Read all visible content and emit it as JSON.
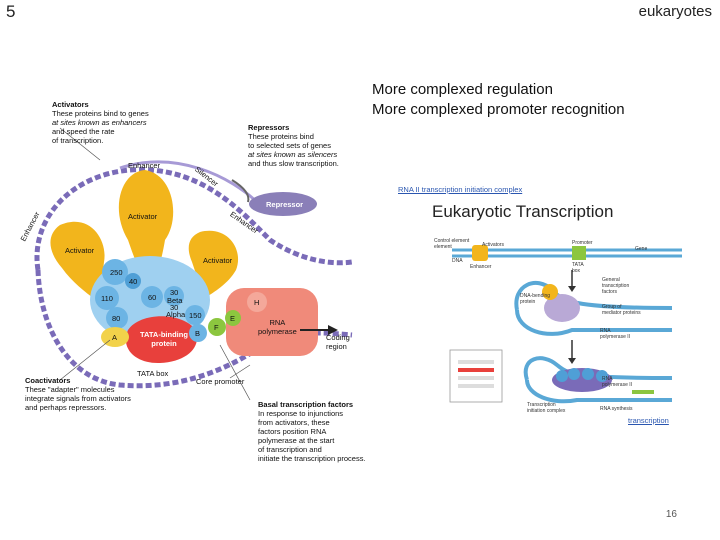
{
  "slide": {
    "number": "5",
    "topic": "eukaryotes",
    "headline": [
      "More complexed regulation",
      "More complexed promoter recognition"
    ],
    "page": "16"
  },
  "diagram": {
    "activators_title": "Activators",
    "activators_text": [
      "These proteins bind to genes",
      "at sites known as enhancers",
      "and speed the rate",
      "of transcription."
    ],
    "repressors_title": "Repressors",
    "repressors_text": [
      "These proteins bind",
      "to selected sets of genes",
      "at sites known as silencers",
      "and thus slow transcription."
    ],
    "coactivators_title": "Coactivators",
    "coactivators_text": [
      "These \"adapter\" molecules",
      "integrate signals from activators",
      "and perhaps repressors."
    ],
    "basal_title": "Basal transcription factors",
    "basal_text": [
      "In response to injunctions",
      "from activators, these",
      "factors position RNA",
      "polymerase at the start",
      "of transcription and",
      "initiate the transcription process."
    ],
    "labels": {
      "enhancer_top": "Enhancer",
      "enhancer_left": "Enhancer",
      "enhancer_right": "Enhancer",
      "silencer": "Silencer",
      "repressor": "Repressor",
      "activator_1": "Activator",
      "activator_2": "Activator",
      "activator_3": "Activator",
      "f250": "250",
      "f40": "40",
      "f110": "110",
      "f60": "60",
      "f30a": "30",
      "beta": "Beta",
      "f30b": "30",
      "alpha": "Alpha",
      "f80": "80",
      "f150": "150",
      "h": "H",
      "e": "E",
      "f": "F",
      "b": "B",
      "a": "A",
      "tbp": [
        "TATA-binding",
        "protein"
      ],
      "rnapol": [
        "RNA",
        "polymerase"
      ],
      "tata_box": "TATA box",
      "core_promoter": "Core promoter",
      "coding_region": [
        "Coding",
        "region"
      ]
    }
  },
  "right_panel": {
    "link": "RNA II transcription initiation complex",
    "title": "Eukaryotic Transcription",
    "mini_labels": {
      "control": [
        "Control element",
        "element"
      ],
      "activators": "Activators",
      "dna": "DNA",
      "enhancer": "Enhancer",
      "promoter": "Promoter",
      "gene": "Gene",
      "tata": [
        "TATA",
        "box"
      ],
      "general_tf": [
        "General",
        "transcription",
        "factors"
      ],
      "dna_bending": [
        "DNA-bending",
        "protein"
      ],
      "group_mediator": [
        "Group of",
        "mediator proteins"
      ],
      "rna_pol_ii_a": [
        "RNA",
        "polymerase II"
      ],
      "rna_pol_ii_b": [
        "RNA",
        "polymerase II"
      ],
      "transcription_complex": [
        "Transcription",
        "initiation complex"
      ],
      "rna_synthesis": "RNA synthesis"
    },
    "footer_link": "transcription"
  },
  "colors": {
    "activator": "#f2b51c",
    "blue_factor": "#6cb4e4",
    "tbp": "#e8403c",
    "rnapol": "#f08a7a",
    "green": "#8cc63f",
    "dna": "#7a6bb8",
    "repressor": "#8a7fb8"
  }
}
